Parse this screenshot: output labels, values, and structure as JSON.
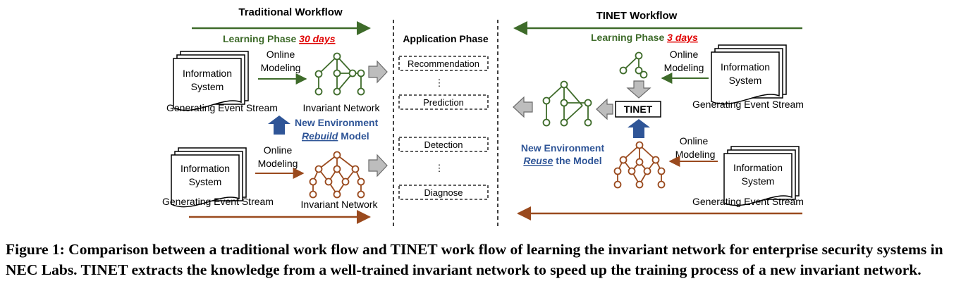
{
  "colors": {
    "green": "#3E6B2A",
    "brown": "#9A4A1E",
    "blue": "#2F5597",
    "red": "#E00000",
    "gray_fill": "#BDBDBD",
    "gray_stroke": "#6B6B6B"
  },
  "traditional": {
    "title": "Traditional Workflow",
    "learning_label": "Learning Phase",
    "learning_days": "30 days",
    "top_system_line1": "Information",
    "top_system_line2": "System",
    "top_stream": "Generating Event Stream",
    "top_online": "Online",
    "top_modeling": "Modeling",
    "top_network": "Invariant Network",
    "new_env_1": "New Environment",
    "new_env_rebuild": "Rebuild",
    "new_env_model": "Model",
    "bottom_system_line1": "Information",
    "bottom_system_line2": "System",
    "bottom_stream": "Generating Event Stream",
    "bottom_online": "Online",
    "bottom_modeling": "Modeling",
    "bottom_network": "Invariant Network"
  },
  "application": {
    "title": "Application Phase",
    "items": [
      "Recommendation",
      "Prediction",
      "Detection",
      "Diagnose"
    ],
    "ellipsis": "⋮"
  },
  "tinet": {
    "title": "TINET Workflow",
    "learning_label": "Learning Phase",
    "learning_days": "3 days",
    "top_online": "Online",
    "top_modeling": "Modeling",
    "top_system_line1": "Information",
    "top_system_line2": "System",
    "top_stream": "Generating Event Stream",
    "box_label": "TINET",
    "new_env_1": "New Environment",
    "new_env_reuse": "Reuse",
    "new_env_model": "the Model",
    "bottom_online": "Online",
    "bottom_modeling": "Modeling",
    "bottom_system_line1": "Information",
    "bottom_system_line2": "System",
    "bottom_stream": "Generating Event Stream"
  },
  "caption": "Figure 1: Comparison between a traditional work flow and TINET work flow of learning the invariant network for enterprise security systems in NEC Labs. TINET extracts the knowledge from a well-trained invariant network to speed up the training process of a new invariant network."
}
